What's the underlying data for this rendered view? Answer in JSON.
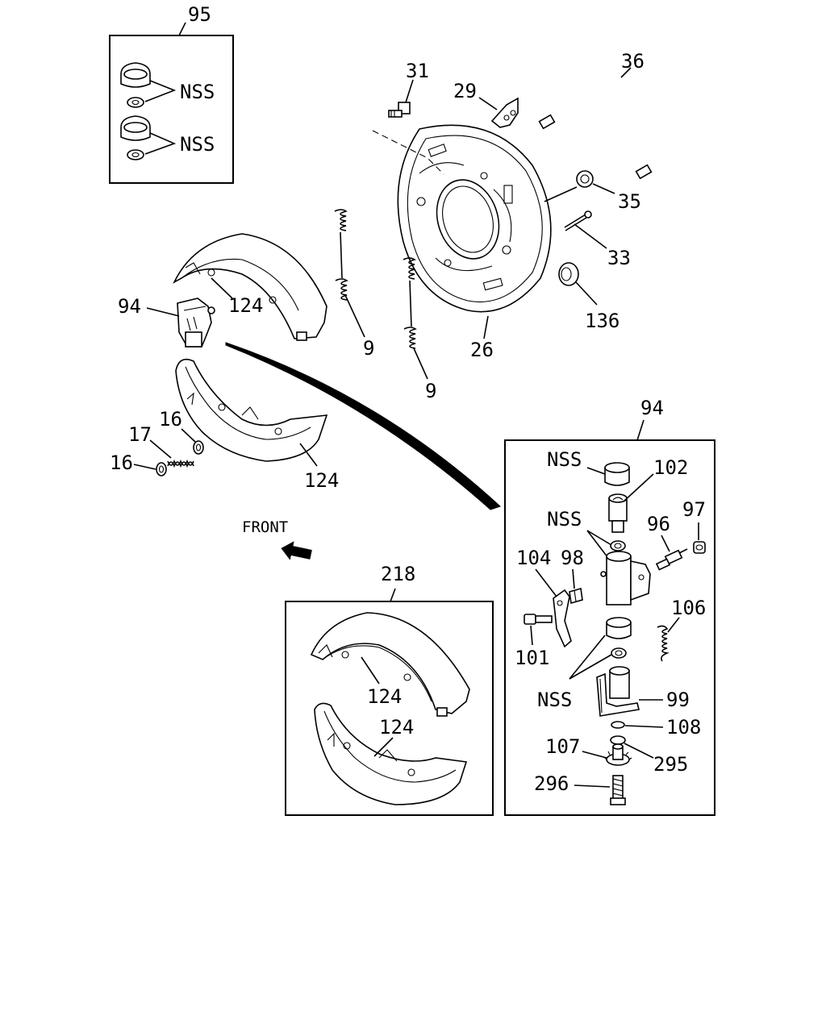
{
  "labels": {
    "kit95": "95",
    "nss_a": "NSS",
    "nss_b": "NSS",
    "p31": "31",
    "p29": "29",
    "p36": "36",
    "p35": "35",
    "p33": "33",
    "p136": "136",
    "p26": "26",
    "p9a": "9",
    "p9b": "9",
    "p124a": "124",
    "p94a": "94",
    "p16a": "16",
    "p17": "17",
    "p16b": "16",
    "p124b": "124",
    "front": "FRONT",
    "kit218": "218",
    "p124c": "124",
    "p124d": "124",
    "kit94": "94",
    "nss_c": "NSS",
    "p102": "102",
    "nss_d": "NSS",
    "p97": "97",
    "p96": "96",
    "p104": "104",
    "p98": "98",
    "p106": "106",
    "p101": "101",
    "nss_e": "NSS",
    "p99": "99",
    "p108": "108",
    "p107": "107",
    "p295": "295",
    "p296": "296"
  }
}
